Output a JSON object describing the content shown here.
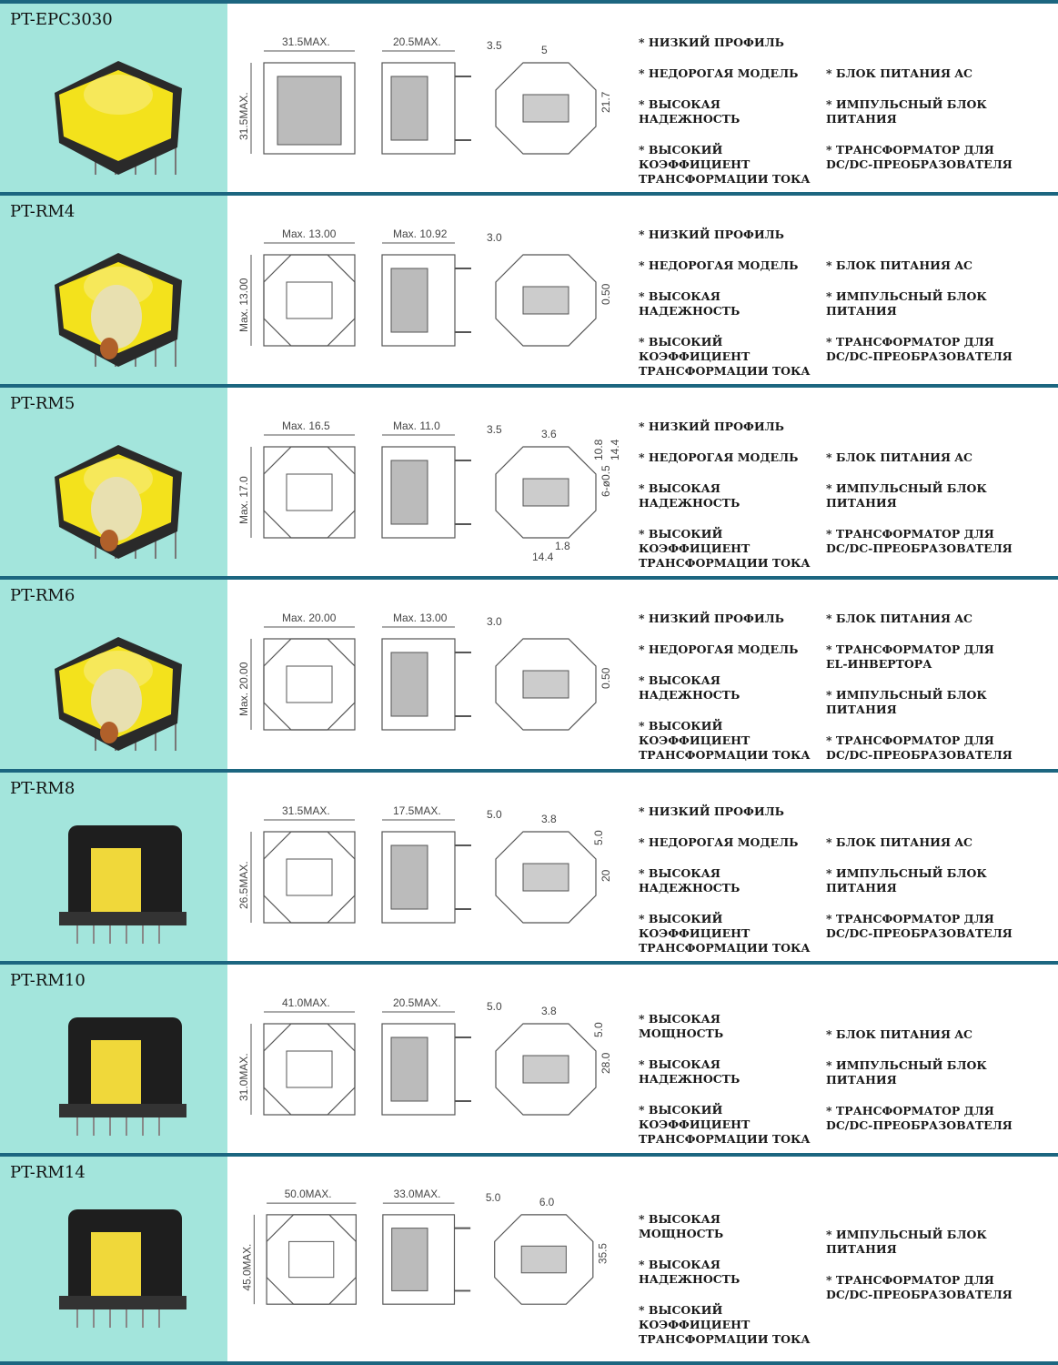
{
  "colors": {
    "accent_bg": "#a3e5dc",
    "divider": "#1c6680"
  },
  "products": [
    {
      "name": "PT-EPC3030",
      "image_icon": "yellow-epc-transformer-photo",
      "drawing_style": "epc",
      "dims": {
        "w1": "31.5MAX.",
        "w2": "20.5MAX.",
        "pin": "3.5",
        "h1": "31.5MAX.",
        "extra": [
          "21.7",
          "5"
        ]
      },
      "features_left": [
        "* НИЗКИЙ ПРОФИЛЬ",
        "* НЕДОРОГАЯ МОДЕЛЬ",
        "* ВЫСОКАЯ НАДЕЖНОСТЬ",
        "* ВЫСОКИЙ\nКОЭФФИЦИЕНТ\nТРАНСФОРМАЦИИ ТОКА"
      ],
      "features_right": [
        "* БЛОК ПИТАНИЯ AC",
        "* ИМПУЛЬСНЫЙ БЛОК ПИТАНИЯ",
        "* ТРАНСФОРМАТОР ДЛЯ\nDC/DC-ПРЕОБРАЗОВАТЕЛЯ"
      ]
    },
    {
      "name": "PT-RM4",
      "image_icon": "yellow-rm-transformer-photo",
      "drawing_style": "rm-small",
      "dims": {
        "w1": "Max. 13.00",
        "w2": "Max. 10.92",
        "pin": "3.0",
        "h1": "Max. 13.00",
        "extra": [
          "0.50"
        ]
      },
      "features_left": [
        "* НИЗКИЙ ПРОФИЛЬ",
        "* НЕДОРОГАЯ МОДЕЛЬ",
        "* ВЫСОКАЯ НАДЕЖНОСТЬ",
        "* ВЫСОКИЙ\nКОЭФФИЦИЕНТ\nТРАНСФОРМАЦИИ ТОКА"
      ],
      "features_right": [
        "* БЛОК ПИТАНИЯ AC",
        "* ИМПУЛЬСНЫЙ БЛОК ПИТАНИЯ",
        "* ТРАНСФОРМАТОР ДЛЯ\nDC/DC-ПРЕОБРАЗОВАТЕЛЯ"
      ]
    },
    {
      "name": "PT-RM5",
      "image_icon": "yellow-rm-transformer-photo",
      "drawing_style": "rm-small",
      "dims": {
        "w1": "Max. 16.5",
        "w2": "Max. 11.0",
        "pin": "3.5",
        "h1": "Max. 17.0",
        "extra": [
          "6-ø0.5",
          "3.6",
          "10.8",
          "14.4",
          "1.8",
          "14.4"
        ]
      },
      "features_left": [
        "* НИЗКИЙ ПРОФИЛЬ",
        "* НЕДОРОГАЯ МОДЕЛЬ",
        "* ВЫСОКАЯ НАДЕЖНОСТЬ",
        "* ВЫСОКИЙ\nКОЭФФИЦИЕНТ\nТРАНСФОРМАЦИИ ТОКА"
      ],
      "features_right": [
        "* БЛОК ПИТАНИЯ AC",
        "* ИМПУЛЬСНЫЙ БЛОК ПИТАНИЯ",
        "* ТРАНСФОРМАТОР ДЛЯ\nDC/DC-ПРЕОБРАЗОВАТЕЛЯ"
      ]
    },
    {
      "name": "PT-RM6",
      "image_icon": "yellow-rm-transformer-photo",
      "drawing_style": "rm-small",
      "dims": {
        "w1": "Max. 20.00",
        "w2": "Max. 13.00",
        "pin": "3.0",
        "h1": "Max. 20.00",
        "extra": [
          "0.50"
        ]
      },
      "features_left": [
        "* НИЗКИЙ ПРОФИЛЬ",
        "* НЕДОРОГАЯ МОДЕЛЬ",
        "* ВЫСОКАЯ НАДЕЖНОСТЬ",
        "* ВЫСОКИЙ\nКОЭФФИЦИЕНТ\nТРАНСФОРМАЦИИ ТОКА"
      ],
      "features_right": [
        "* БЛОК ПИТАНИЯ AC",
        "* ТРАНСФОРМАТОР ДЛЯ\nEL-ИНВЕРТОРА",
        "* ИМПУЛЬСНЫЙ БЛОК ПИТАНИЯ",
        "* ТРАНСФОРМАТОР ДЛЯ\nDC/DC-ПРЕОБРАЗОВАТЕЛЯ"
      ]
    },
    {
      "name": "PT-RM8",
      "image_icon": "black-rm-transformer-photo",
      "drawing_style": "rm-large",
      "dims": {
        "w1": "31.5MAX.",
        "w2": "17.5MAX.",
        "pin": "5.0",
        "h1": "26.5MAX.",
        "extra": [
          "20",
          "3.8",
          "5.0"
        ]
      },
      "features_left": [
        "* НИЗКИЙ ПРОФИЛЬ",
        "* НЕДОРОГАЯ МОДЕЛЬ",
        "* ВЫСОКАЯ НАДЕЖНОСТЬ",
        "* ВЫСОКИЙ\nКОЭФФИЦИЕНТ\nТРАНСФОРМАЦИИ ТОКА"
      ],
      "features_right": [
        "* БЛОК ПИТАНИЯ AC",
        "* ИМПУЛЬСНЫЙ БЛОК ПИТАНИЯ",
        "* ТРАНСФОРМАТОР ДЛЯ\nDC/DC-ПРЕОБРАЗОВАТЕЛЯ"
      ]
    },
    {
      "name": "PT-RM10",
      "image_icon": "black-rm-transformer-photo",
      "drawing_style": "rm-large",
      "dims": {
        "w1": "41.0MAX.",
        "w2": "20.5MAX.",
        "pin": "5.0",
        "h1": "31.0MAX.",
        "extra": [
          "28.0",
          "3.8",
          "5.0"
        ]
      },
      "features_left": [
        "* ВЫСОКАЯ\nМОЩНОСТЬ",
        "* ВЫСОКАЯ НАДЕЖНОСТЬ",
        "* ВЫСОКИЙ\nКОЭФФИЦИЕНТ\nТРАНСФОРМАЦИИ ТОКА"
      ],
      "features_right": [
        "* БЛОК ПИТАНИЯ AC",
        "* ИМПУЛЬСНЫЙ БЛОК ПИТАНИЯ",
        "* ТРАНСФОРМАТОР ДЛЯ\nDC/DC-ПРЕОБРАЗОВАТЕЛЯ"
      ]
    },
    {
      "name": "PT-RM14",
      "image_icon": "black-rm-transformer-photo",
      "drawing_style": "rm-large",
      "dims": {
        "w1": "50.0MAX.",
        "w2": "33.0MAX.",
        "pin": "5.0",
        "h1": "45.0MAX.",
        "extra": [
          "35.5",
          "6.0"
        ]
      },
      "features_left": [
        "* ВЫСОКАЯ\nМОЩНОСТЬ",
        "* ВЫСОКАЯ НАДЕЖНОСТЬ",
        "* ВЫСОКИЙ\nКОЭФФИЦИЕНТ\nТРАНСФОРМАЦИИ ТОКА"
      ],
      "features_right": [
        "* ИМПУЛЬСНЫЙ БЛОК ПИТАНИЯ",
        "* ТРАНСФОРМАТОР ДЛЯ\nDC/DC-ПРЕОБРАЗОВАТЕЛЯ"
      ]
    }
  ]
}
